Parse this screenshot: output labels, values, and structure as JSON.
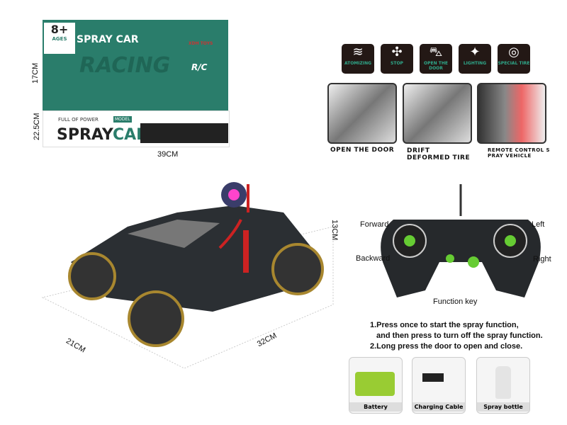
{
  "box": {
    "age": "8+",
    "age_label": "AGES",
    "model_tag": "MODEL",
    "top_title": "SPRAY CAR",
    "bg_word": "RACING",
    "slogan": "FULL OF POWER",
    "title_a": "SPRAY",
    "title_b": "CAR",
    "brand": "XDH TOYS",
    "rc": "R/C",
    "dim_height": "17CM",
    "dim_depth": "22.5CM",
    "dim_width": "39CM",
    "color": "#2a7d6b"
  },
  "features": [
    {
      "icon": "spray-icon",
      "glyph": "≋",
      "label": "ATOMIZING"
    },
    {
      "icon": "arrows-icon",
      "glyph": "✣",
      "label": "STOP"
    },
    {
      "icon": "car-door-icon",
      "glyph": "⛍",
      "label": "OPEN THE DOOR"
    },
    {
      "icon": "bulb-icon",
      "glyph": "💡",
      "label": "LIGHTING"
    },
    {
      "icon": "tire-icon",
      "glyph": "◎",
      "label": "SPECIAL TIRE"
    }
  ],
  "photos": [
    {
      "caption": "OPEN THE DOOR"
    },
    {
      "caption": "DRIFT DEFORMED TIRE"
    },
    {
      "caption": "REMOTE CONTROL S PRAY VEHICLE"
    }
  ],
  "car": {
    "dim_height": "13CM",
    "dim_depth": "21CM",
    "dim_length": "32CM"
  },
  "remote": {
    "forward": "Forward",
    "backward": "Backward",
    "left": "Left",
    "right": "Right",
    "function_key": "Function key"
  },
  "instructions": [
    "1.Press once to start the spray function,",
    "and then press to turn off the spray function.",
    "2.Long press the door to open and close."
  ],
  "accessories": [
    {
      "label": "Battery"
    },
    {
      "label": "Charging Cable"
    },
    {
      "label": "Spray bottle"
    }
  ]
}
